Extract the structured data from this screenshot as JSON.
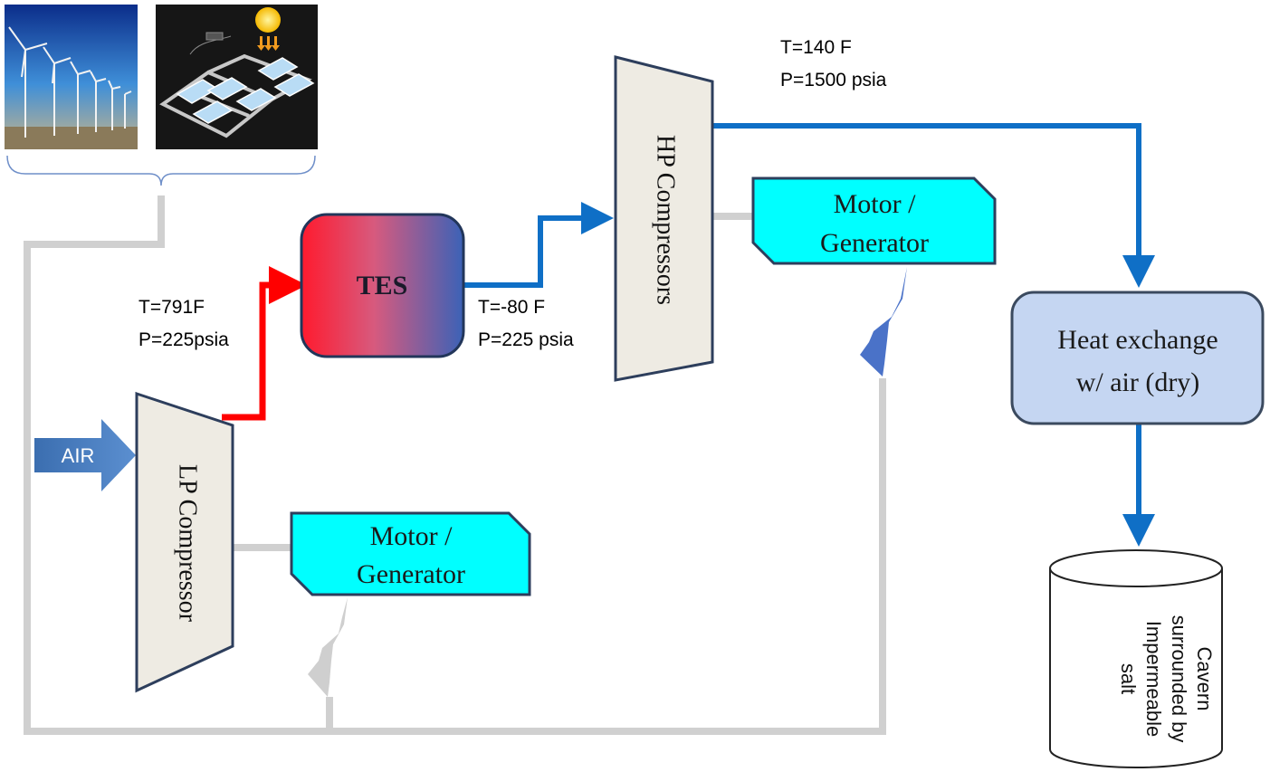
{
  "air_label": "AIR",
  "tes_label": "TES",
  "lp_compressor_label": "LP Compressor",
  "hp_compressors_label": "HP Compressors",
  "motor_generator_top": {
    "line1": "Motor /",
    "line2": "Generator"
  },
  "motor_generator_bottom": {
    "line1": "Motor /",
    "line2": "Generator"
  },
  "heat_exchange": {
    "line1": "Heat exchange",
    "line2": "w/ air (dry)"
  },
  "cavern": {
    "line1": "Cavern",
    "line2": "surrounded by",
    "line3": "Impermeable",
    "line4": "salt"
  },
  "state_lp_out": {
    "temp": "T=791F",
    "pressure": "P=225psia"
  },
  "state_tes_out": {
    "temp": "T=-80 F",
    "pressure": "P=225 psia"
  },
  "state_hp_out": {
    "temp": "T=140 F",
    "pressure": "P=1500 psia"
  },
  "images": [
    "wind-turbines-photo",
    "solar-panels-illustration"
  ],
  "colors": {
    "hot_line": "#ff0000",
    "cold_line": "#0f6fc6",
    "grey_line": "#d0d0d0",
    "motor_fill": "#00ffff",
    "heat_exchange_fill": "#c5d6f2",
    "compressor_fill": "#eeebe3",
    "tes_hot": "#ff1a2e",
    "tes_cold": "#3b62b7",
    "air_arrow": "#4a7ebb",
    "lightning_blue": "#4a72c8",
    "lightning_grey": "#cfcfcf"
  }
}
